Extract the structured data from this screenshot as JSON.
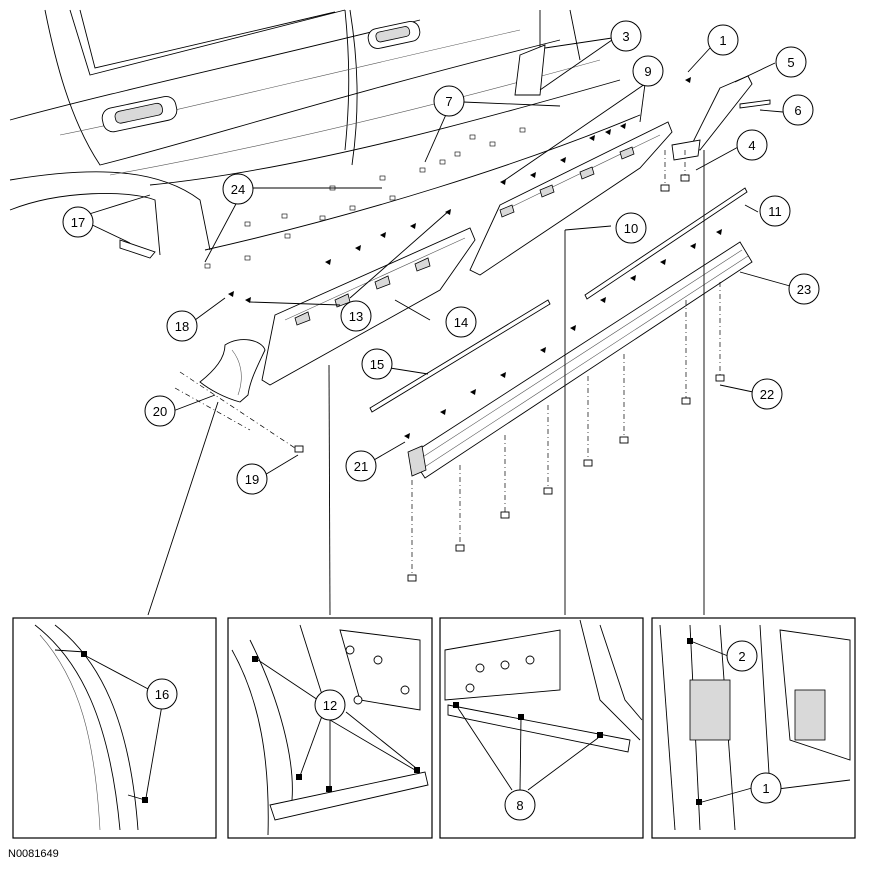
{
  "figure_id": "N0081649",
  "callouts": [
    {
      "n": "1"
    },
    {
      "n": "3"
    },
    {
      "n": "5"
    },
    {
      "n": "6"
    },
    {
      "n": "4"
    },
    {
      "n": "7"
    },
    {
      "n": "9"
    },
    {
      "n": "11"
    },
    {
      "n": "10"
    },
    {
      "n": "17"
    },
    {
      "n": "24"
    },
    {
      "n": "23"
    },
    {
      "n": "18"
    },
    {
      "n": "13"
    },
    {
      "n": "14"
    },
    {
      "n": "15"
    },
    {
      "n": "20"
    },
    {
      "n": "22"
    },
    {
      "n": "21"
    },
    {
      "n": "19"
    },
    {
      "n": "16"
    },
    {
      "n": "12"
    },
    {
      "n": "8"
    },
    {
      "n": "2"
    },
    {
      "n": "1"
    }
  ]
}
